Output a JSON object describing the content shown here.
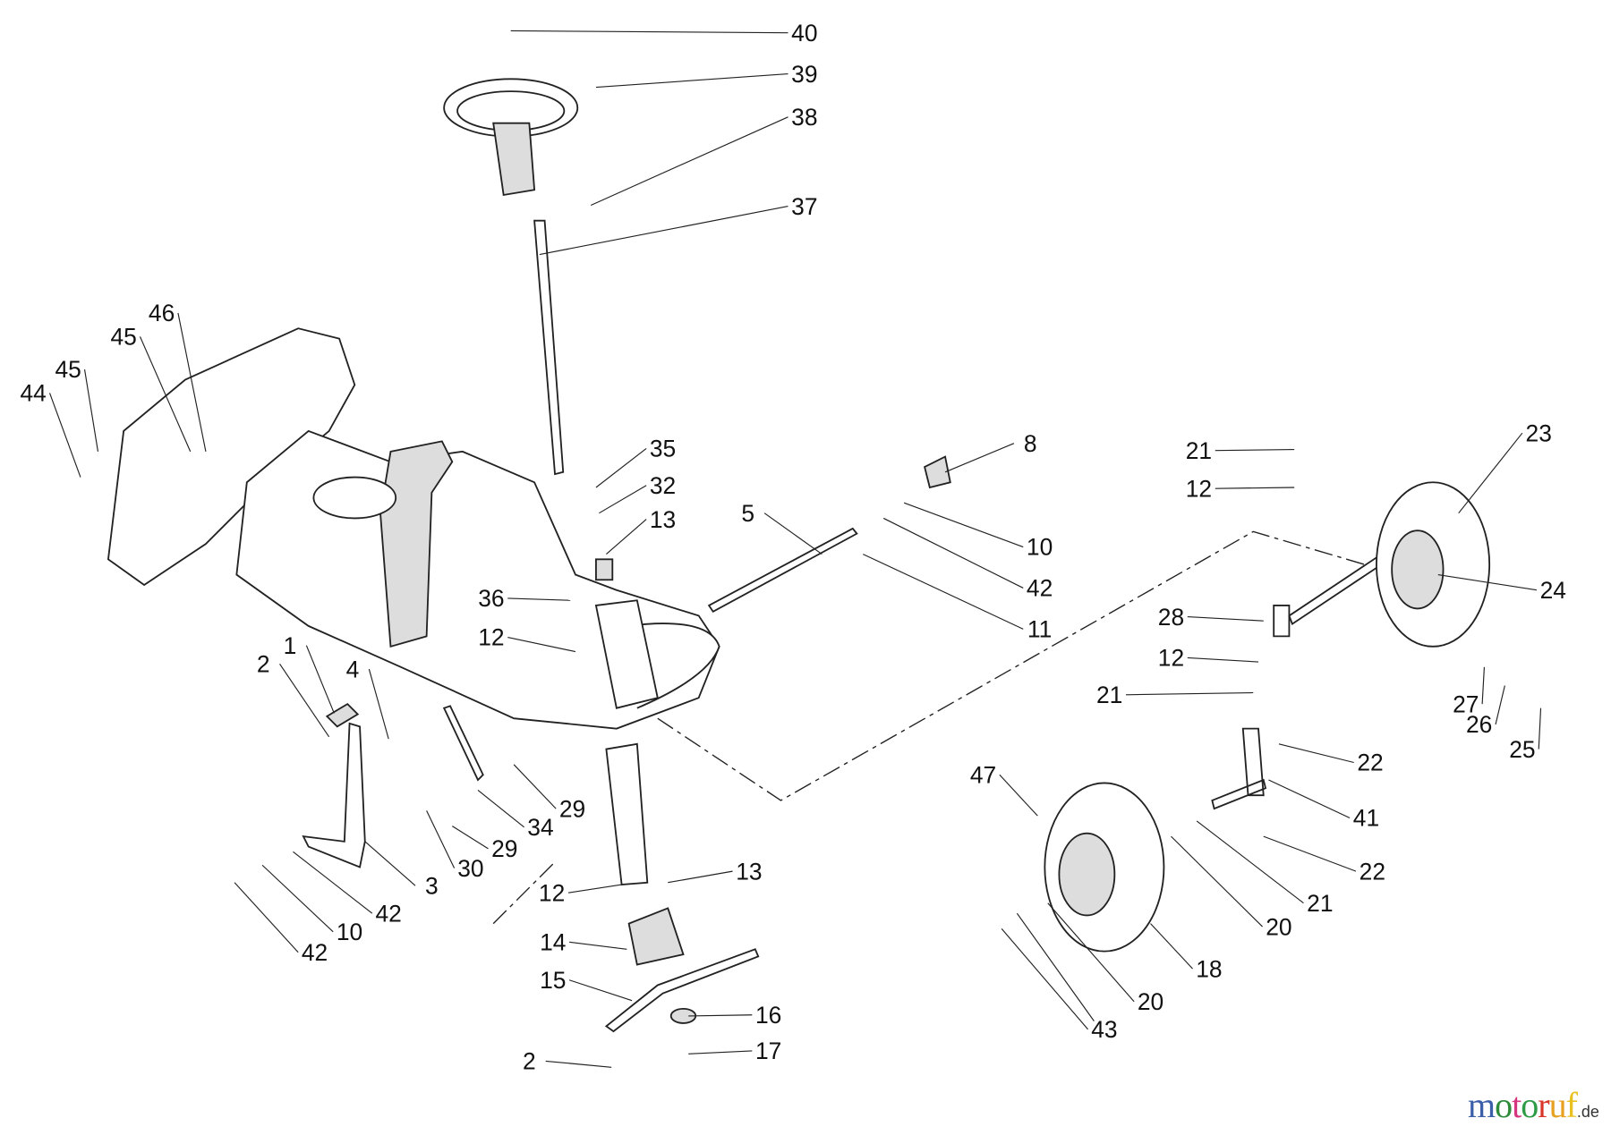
{
  "callouts": [
    "40",
    "39",
    "38",
    "37",
    "46",
    "45",
    "45",
    "44",
    "35",
    "32",
    "13",
    "8",
    "5",
    "10",
    "42",
    "11",
    "36",
    "12",
    "21",
    "12",
    "23",
    "24",
    "28",
    "12",
    "21",
    "27",
    "26",
    "25",
    "22",
    "41",
    "22",
    "47",
    "21",
    "20",
    "18",
    "20",
    "43",
    "2",
    "1",
    "4",
    "29",
    "34",
    "29",
    "30",
    "3",
    "42",
    "10",
    "42",
    "12",
    "13",
    "14",
    "15",
    "16",
    "17",
    "2"
  ],
  "watermark": {
    "text": "motoruf",
    "suffix": ".de",
    "colors": [
      "#3b5fa8",
      "#2e8b3a",
      "#d6357f",
      "#2e9b46",
      "#d9362a",
      "#e8a020",
      "#e8c020"
    ]
  }
}
